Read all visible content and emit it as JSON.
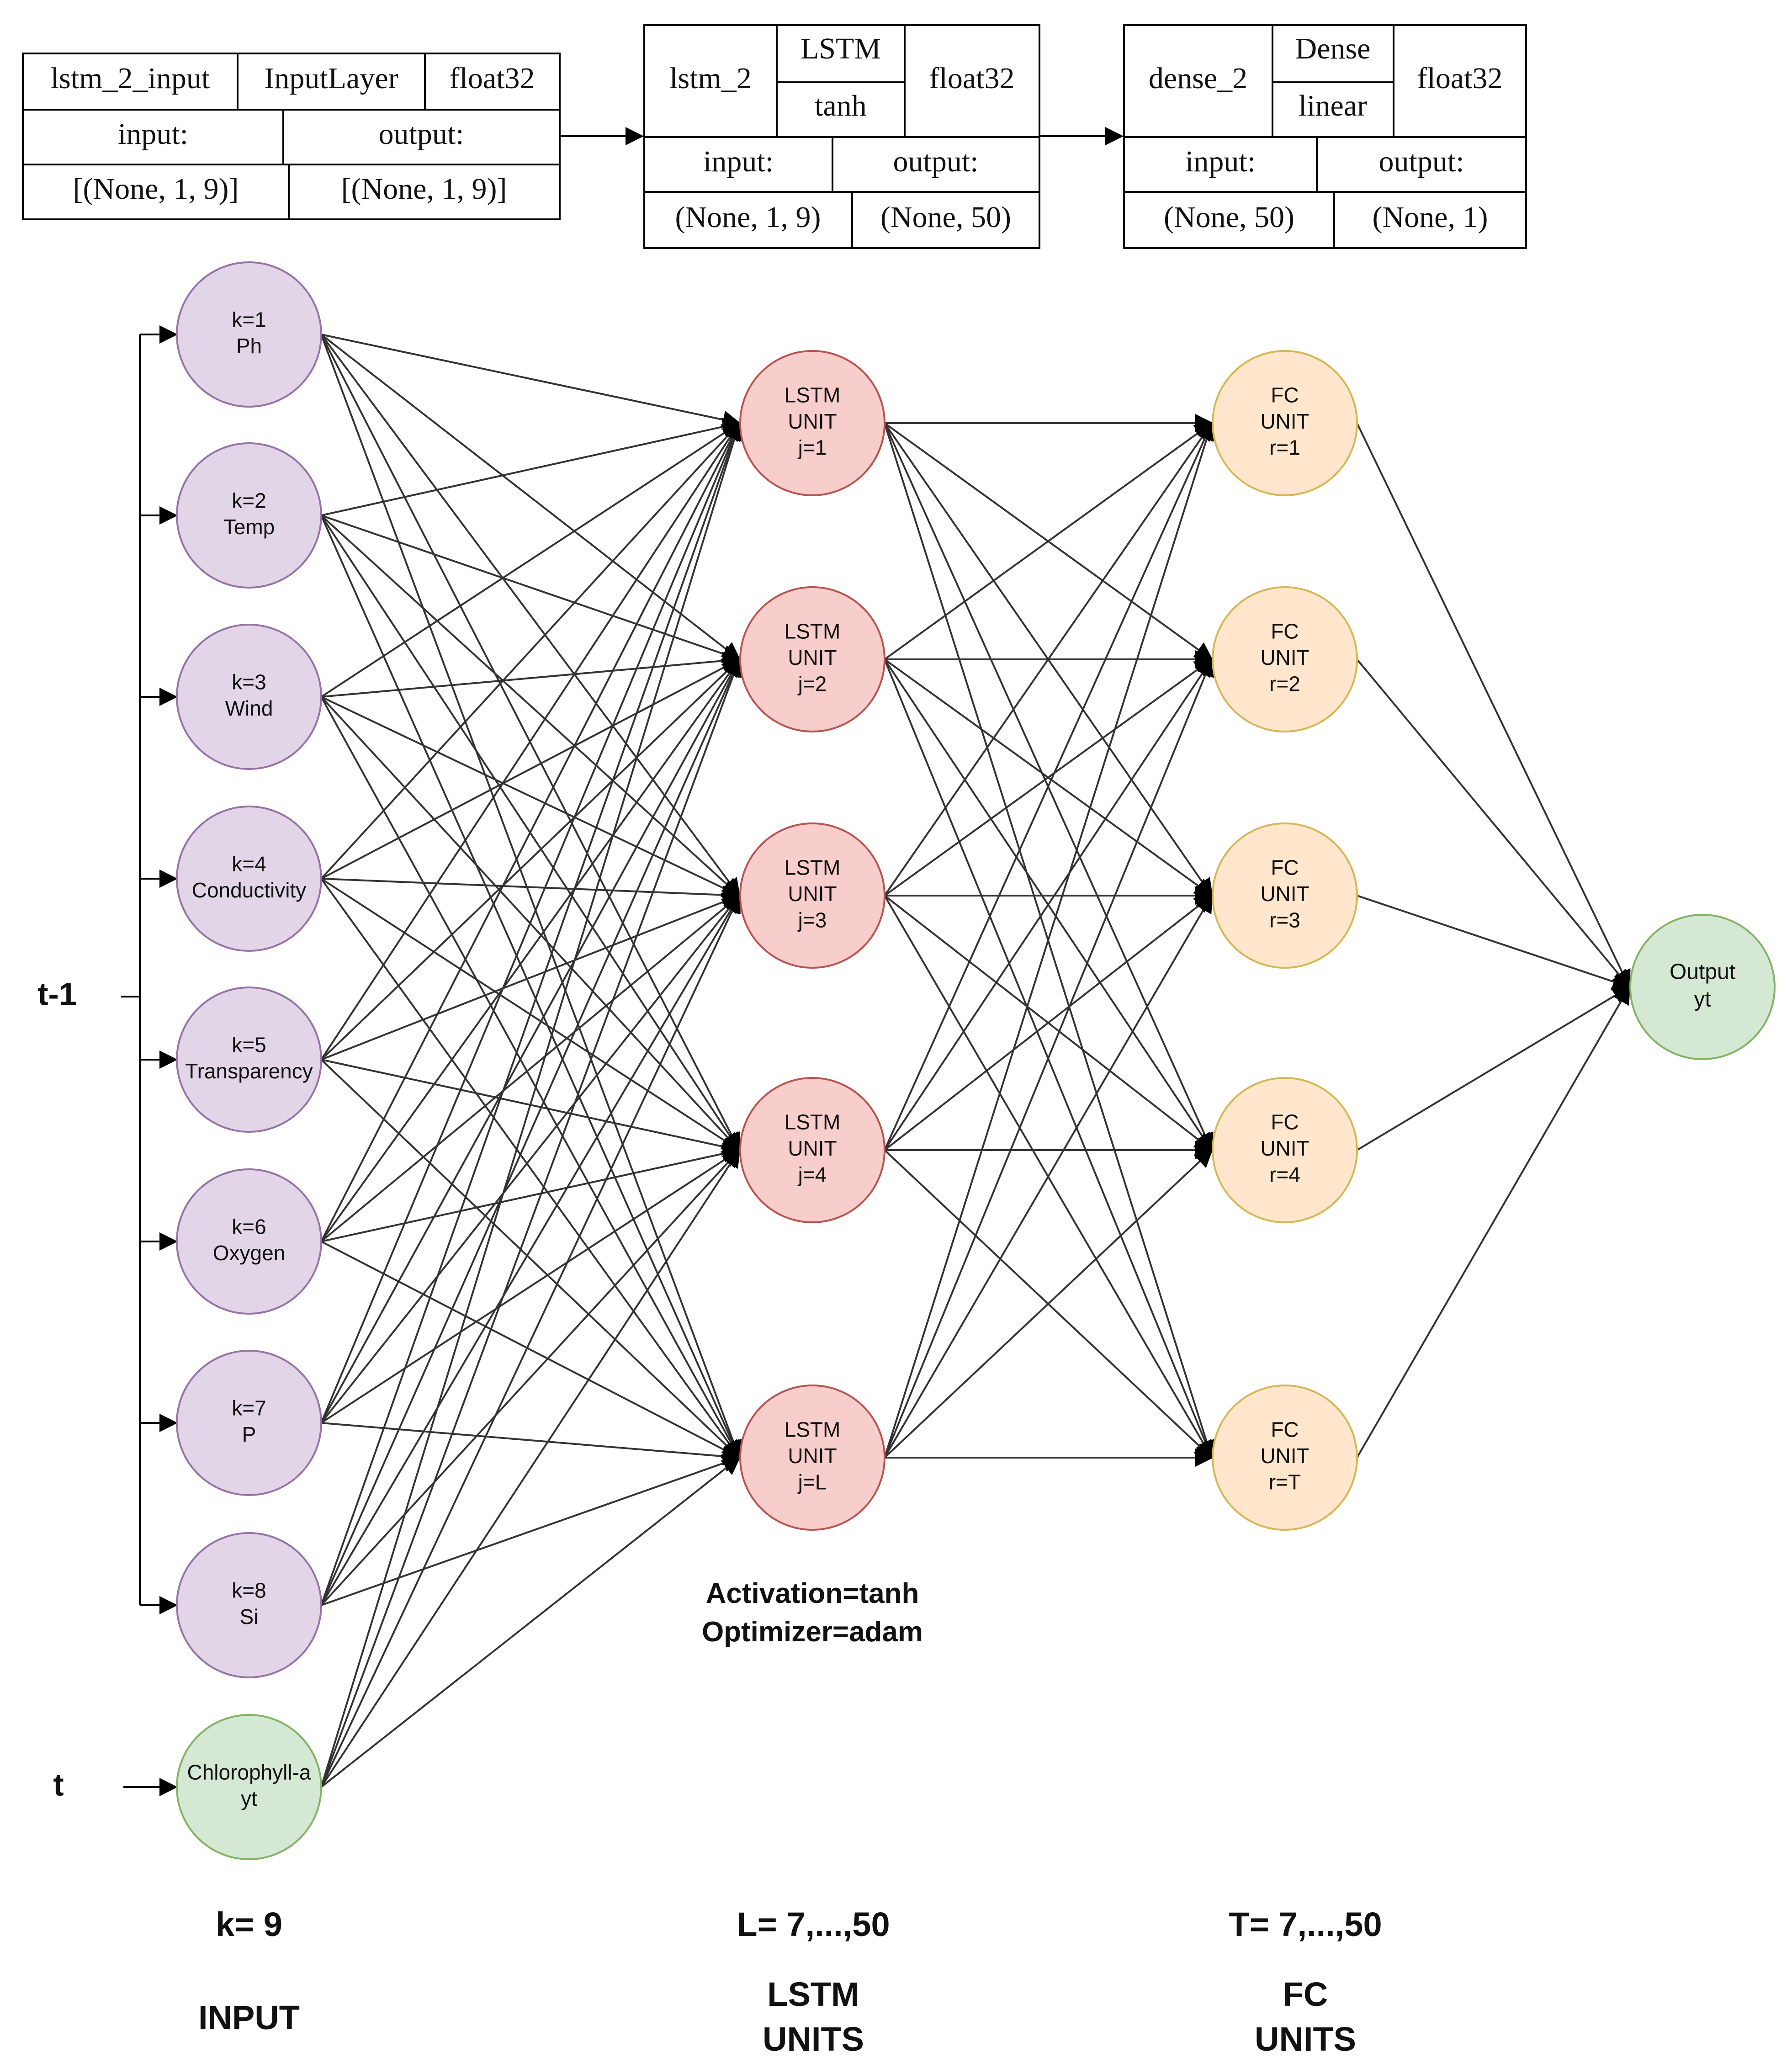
{
  "model_summary": {
    "boxes": [
      {
        "id": "input-layer",
        "name": "lstm_2_input",
        "type": "InputLayer",
        "dtype": "float32",
        "input_label": "input:",
        "output_label": "output:",
        "input_shape": "[(None, 1, 9)]",
        "output_shape": "[(None, 1, 9)]"
      },
      {
        "id": "lstm-layer",
        "name": "lstm_2",
        "type": "LSTM",
        "activation": "tanh",
        "dtype": "float32",
        "input_label": "input:",
        "output_label": "output:",
        "input_shape": "(None, 1, 9)",
        "output_shape": "(None, 50)"
      },
      {
        "id": "dense-layer",
        "name": "dense_2",
        "type": "Dense",
        "activation": "linear",
        "dtype": "float32",
        "input_label": "input:",
        "output_label": "output:",
        "input_shape": "(None, 50)",
        "output_shape": "(None, 1)"
      }
    ]
  },
  "network": {
    "input_nodes": [
      {
        "line1": "k=1",
        "line2": "Ph"
      },
      {
        "line1": "k=2",
        "line2": "Temp"
      },
      {
        "line1": "k=3",
        "line2": "Wind"
      },
      {
        "line1": "k=4",
        "line2": "Conductivity"
      },
      {
        "line1": "k=5",
        "line2": "Transparency"
      },
      {
        "line1": "k=6",
        "line2": "Oxygen"
      },
      {
        "line1": "k=7",
        "line2": "P"
      },
      {
        "line1": "k=8",
        "line2": "Si"
      },
      {
        "line1": "Chlorophyll-a",
        "line2": "yt"
      }
    ],
    "lstm_nodes": [
      {
        "line1": "LSTM",
        "line2": "UNIT",
        "line3": "j=1"
      },
      {
        "line1": "LSTM",
        "line2": "UNIT",
        "line3": "j=2"
      },
      {
        "line1": "LSTM",
        "line2": "UNIT",
        "line3": "j=3"
      },
      {
        "line1": "LSTM",
        "line2": "UNIT",
        "line3": "j=4"
      },
      {
        "line1": "LSTM",
        "line2": "UNIT",
        "line3": "j=L"
      }
    ],
    "fc_nodes": [
      {
        "line1": "FC",
        "line2": "UNIT",
        "line3": "r=1"
      },
      {
        "line1": "FC",
        "line2": "UNIT",
        "line3": "r=2"
      },
      {
        "line1": "FC",
        "line2": "UNIT",
        "line3": "r=3"
      },
      {
        "line1": "FC",
        "line2": "UNIT",
        "line3": "r=4"
      },
      {
        "line1": "FC",
        "line2": "UNIT",
        "line3": "r=T"
      }
    ],
    "output_node": {
      "line1": "Output",
      "line2": "yt"
    },
    "time_labels": {
      "t_minus_1": "t-1",
      "t": "t"
    },
    "annotations": {
      "activation": "Activation=tanh",
      "optimizer": "Optimizer=adam"
    },
    "footer": {
      "input_count": "k= 9",
      "input_title": "INPUT",
      "lstm_count": "L= 7,...,50",
      "lstm_title_1": "LSTM",
      "lstm_title_2": "UNITS",
      "fc_count": "T= 7,...,50",
      "fc_title_1": "FC",
      "fc_title_2": "UNITS"
    }
  },
  "colors": {
    "input_fill": "#e1d5e7",
    "input_stroke": "#9673a6",
    "lstm_fill": "#f8cecc",
    "lstm_stroke": "#b85450",
    "fc_fill": "#ffe6cc",
    "fc_stroke": "#d6b656",
    "green_fill": "#d5e8d4",
    "green_stroke": "#82b366",
    "line": "#333333"
  }
}
